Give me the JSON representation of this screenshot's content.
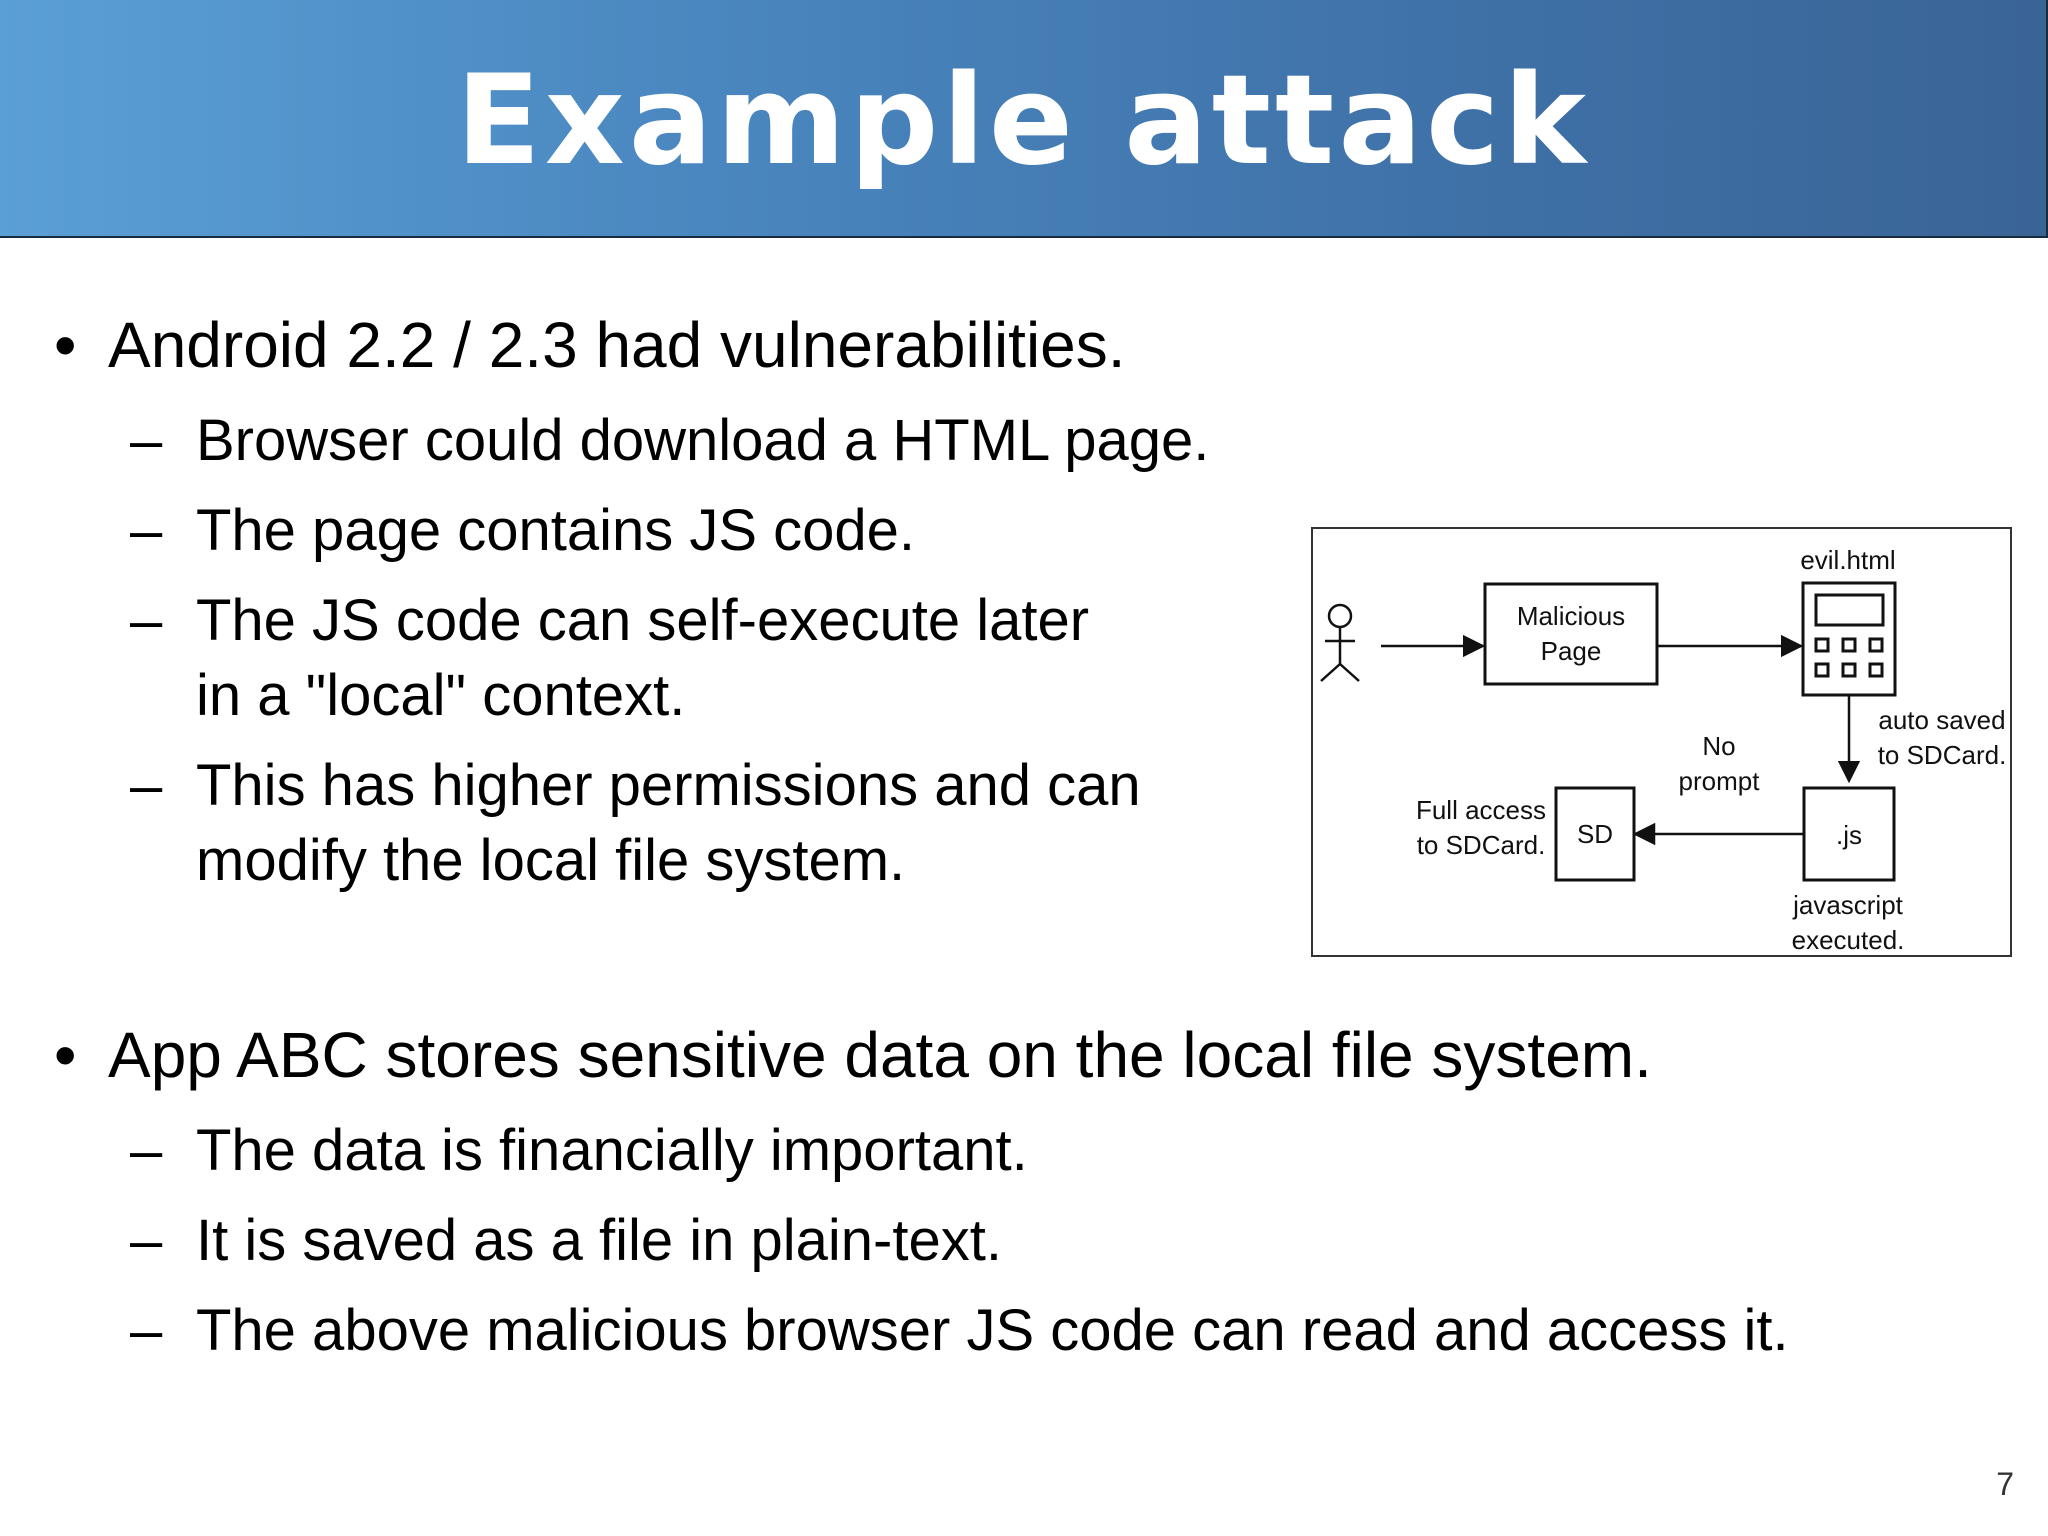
{
  "slide": {
    "title": "Example attack",
    "page_number": "7"
  },
  "bullets": [
    {
      "mark": "•",
      "text": "Android 2.2 / 2.3 had vulnerabilities.",
      "subs": [
        {
          "mark": "–",
          "lines": [
            "Browser could download a HTML page."
          ]
        },
        {
          "mark": "–",
          "lines": [
            "The page contains JS code."
          ]
        },
        {
          "mark": "–",
          "lines": [
            "The JS code can self-execute later",
            "in a \"local\" context."
          ]
        },
        {
          "mark": "–",
          "lines": [
            "This has higher permissions and can",
            "modify the local file system."
          ]
        }
      ]
    },
    {
      "mark": "•",
      "text": "App ABC stores sensitive data on the local file system.",
      "subs": [
        {
          "mark": "–",
          "lines": [
            "The data is financially important."
          ]
        },
        {
          "mark": "–",
          "lines": [
            "It is saved as a file in plain-text."
          ]
        },
        {
          "mark": "–",
          "lines": [
            "The above malicious browser JS code can read and access it."
          ]
        }
      ]
    }
  ],
  "diagram": {
    "malicious_page_lines": [
      "Malicious",
      "Page"
    ],
    "evil_html_label": "evil.html",
    "auto_saved_lines": [
      "auto saved",
      "to SDCard."
    ],
    "no_prompt_lines": [
      "No",
      "prompt"
    ],
    "js_label": ".js",
    "sd_label": "SD",
    "full_access_lines": [
      "Full access",
      "to SDCard."
    ],
    "js_executed_lines": [
      "javascript",
      "executed."
    ],
    "icons": {
      "user": "stick-figure-icon",
      "device": "mobile-device-icon"
    }
  }
}
